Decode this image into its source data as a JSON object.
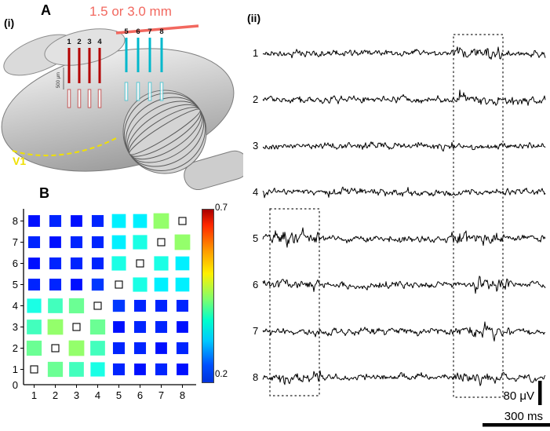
{
  "labels": {
    "a": "A",
    "i": "(i)",
    "ii": "(ii)",
    "b": "B"
  },
  "panel_i": {
    "distance_label": "1.5 or 3.0 mm",
    "v1": "V1",
    "depth_scale": "500 µm",
    "red_electrodes": [
      "1",
      "2",
      "3",
      "4"
    ],
    "cyan_electrodes": [
      "5",
      "6",
      "7",
      "8"
    ],
    "colors": {
      "electrode_red": "#b40000",
      "electrode_cyan": "#00b8cc",
      "distance_label_color": "#f2685f",
      "v1_yellow": "#f0e000"
    }
  },
  "traces": {
    "labels": [
      "1",
      "2",
      "3",
      "4",
      "5",
      "6",
      "7",
      "8"
    ],
    "voltage_scale": "80 μV",
    "time_scale": "300 ms"
  },
  "chart_data": {
    "type": "heatmap",
    "x_categories": [
      "1",
      "2",
      "3",
      "4",
      "5",
      "6",
      "7",
      "8"
    ],
    "y_categories": [
      "1",
      "2",
      "3",
      "4",
      "5",
      "6",
      "7",
      "8"
    ],
    "origin_label": "0",
    "colorbar": {
      "max_label": "0.7",
      "min_label": "0.2",
      "max": 0.7,
      "min": 0.2
    },
    "diagonal": "open-square",
    "matrix": [
      [
        null,
        0.44,
        0.42,
        0.4,
        0.28,
        0.27,
        0.28,
        0.27
      ],
      [
        0.44,
        null,
        0.46,
        0.42,
        0.28,
        0.28,
        0.27,
        0.28
      ],
      [
        0.42,
        0.46,
        null,
        0.44,
        0.27,
        0.28,
        0.28,
        0.27
      ],
      [
        0.4,
        0.42,
        0.44,
        null,
        0.29,
        0.28,
        0.28,
        0.28
      ],
      [
        0.28,
        0.28,
        0.27,
        0.29,
        null,
        0.4,
        0.38,
        0.38
      ],
      [
        0.27,
        0.28,
        0.28,
        0.28,
        0.4,
        null,
        0.4,
        0.38
      ],
      [
        0.28,
        0.27,
        0.28,
        0.28,
        0.38,
        0.4,
        null,
        0.46
      ],
      [
        0.27,
        0.28,
        0.27,
        0.28,
        0.38,
        0.38,
        0.46,
        null
      ]
    ]
  }
}
